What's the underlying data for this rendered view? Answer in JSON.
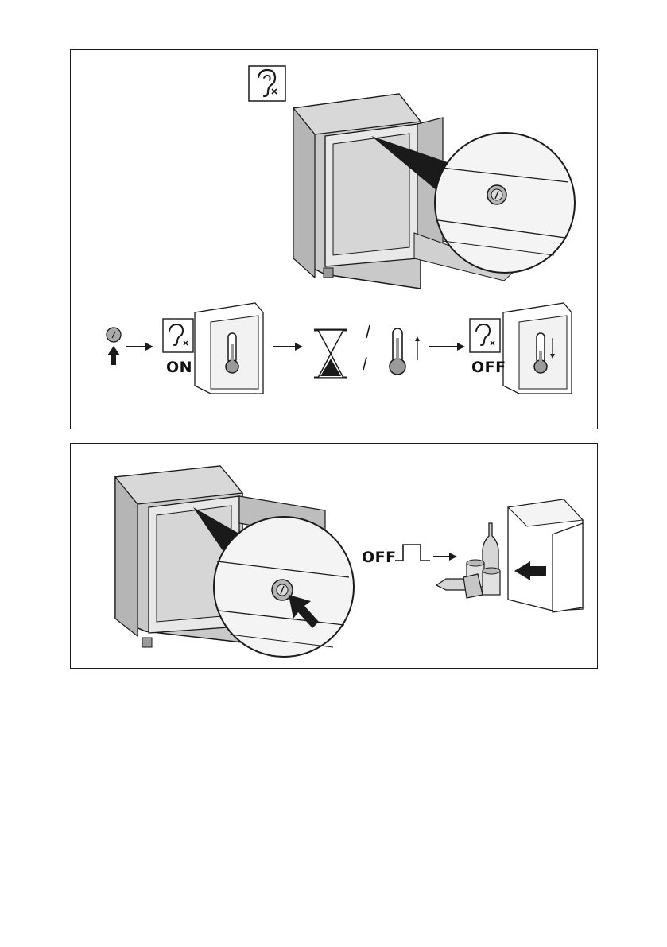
{
  "page": {
    "bg_color": "#ffffff",
    "line_color": "#1a1a1a",
    "cabinet_gray": "#c8c8c8",
    "cabinet_dark": "#a9a9a9"
  },
  "top_panel": {
    "alarm_mute_icon": "ear-crossed-icon",
    "sequence": {
      "step_1_icon": "button-press-icon",
      "step_2_label": "ON",
      "step_2_icons": [
        "ear-crossed-icon",
        "thermometer-icon"
      ],
      "step_3_icons": [
        "hourglass-icon",
        "thermometer-up-icon"
      ],
      "step_4_label": "OFF",
      "step_4_icons": [
        "ear-crossed-icon",
        "thermometer-down-icon"
      ]
    }
  },
  "bottom_panel": {
    "label": "OFF",
    "icons": [
      "press-arrow-icon",
      "switch-off-icon",
      "bottles-cans-icon",
      "insert-arrow-icon"
    ]
  }
}
